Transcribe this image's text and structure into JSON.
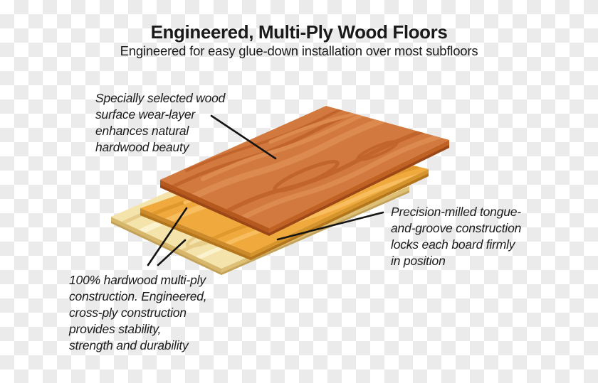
{
  "header": {
    "title": "Engineered, Multi-Ply Wood Floors",
    "subtitle": "Engineered for easy glue-down installation over most subfloors"
  },
  "annotations": {
    "wear_layer": "Specially selected wood\nsurface wear-layer\nenhances natural\nhardwood beauty",
    "tongue_groove": "Precision-milled tongue-\nand-groove construction\nlocks each board firmly\nin position",
    "multi_ply": "100% hardwood multi-ply\nconstruction. Engineered,\ncross-ply construction\nprovides stability,\nstrength and durability"
  },
  "layers": {
    "top": "wear layer (hardwood surface)",
    "middle": "core ply",
    "bottom": "base ply"
  },
  "palette": {
    "text": "#1a1a1a",
    "leader": "#141414",
    "checker_gray": "#ebebeb",
    "checker_white": "#ffffff",
    "wear_top": "#d2793f",
    "wear_grain_dark": "#c2652d",
    "wear_grain_light": "#dd8a50",
    "wear_side_left": "#b5591f",
    "wear_side_right": "#c06224",
    "wear_lip": "#9c4717",
    "core_top": "#efa93c",
    "core_grain_dark": "#df992c",
    "core_grain_light": "#f7bd5e",
    "core_side_left": "#cd8a2a",
    "core_side_right": "#d6942c",
    "core_lip": "#b4761c",
    "base_top": "#f4e3ab",
    "base_grain_dark": "#e8cd8a",
    "base_grain_light": "#fbf2ce",
    "base_side_left": "#d6b76c",
    "base_side_right": "#ddbf75",
    "base_lip": "#c3a159"
  }
}
